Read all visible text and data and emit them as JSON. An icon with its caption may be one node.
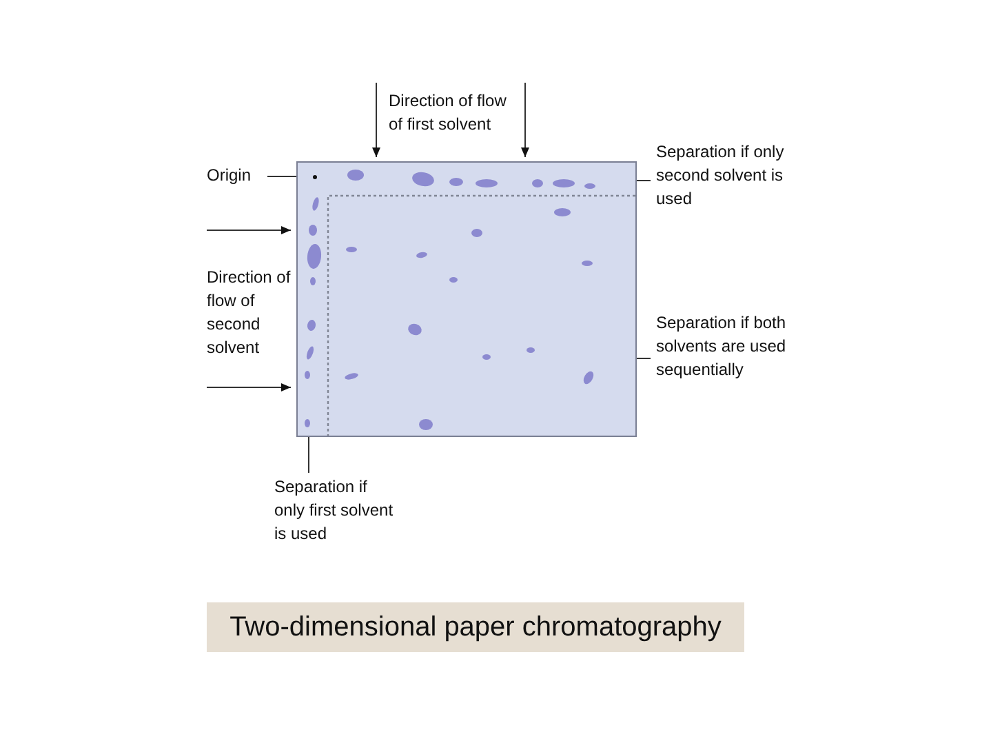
{
  "diagram": {
    "title": "Two-dimensional paper chromatography",
    "nodes": [
      {
        "text": [
          "Origin"
        ]
      },
      {
        "text": [],
        "shape": "box"
      },
      {
        "text": [],
        "shape": "circle",
        "in": 1
      },
      {
        "text": [
          "Separation if only second solvent is used"
        ]
      },
      {
        "text": [
          "Separation if both solvents are used sequentially"
        ]
      },
      {
        "text": [
          "Separation if only first solvent is used"
        ]
      }
    ],
    "edges": [
      {
        "from": 0,
        "to": 2,
        "arrow": "none"
      },
      {
        "from": 3,
        "to": 1,
        "arrow": "none"
      },
      {
        "from": 4,
        "to": 1,
        "arrow": "none"
      },
      {
        "from": 5,
        "to": 1,
        "arrow": "none"
      }
    ],
    "labels": [
      "Direction of flow of first solvent",
      "Direction of flow of second solvent"
    ]
  }
}
